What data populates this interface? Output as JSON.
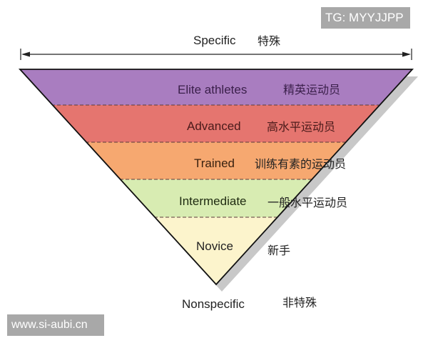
{
  "top_axis": {
    "label_en": "Specific",
    "label_zh": "特殊"
  },
  "bottom_axis": {
    "label_en": "Nonspecific",
    "label_zh": "非特殊"
  },
  "levels": [
    {
      "label_en": "Elite athletes",
      "label_zh": "精英运动员",
      "color": "#a97dc0"
    },
    {
      "label_en": "Advanced",
      "label_zh": "高水平运动员",
      "color": "#e5756f"
    },
    {
      "label_en": "Trained",
      "label_zh": "训练有素的运动员",
      "color": "#f6a870"
    },
    {
      "label_en": "Intermediate",
      "label_zh": "一般水平运动员",
      "color": "#d8ecb2"
    },
    {
      "label_en": "Novice",
      "label_zh": "新手",
      "color": "#fcf4cc"
    }
  ],
  "watermarks": {
    "top_right": "TG: MYYJJPP",
    "bottom_left": "www.si-aubi.cn"
  }
}
